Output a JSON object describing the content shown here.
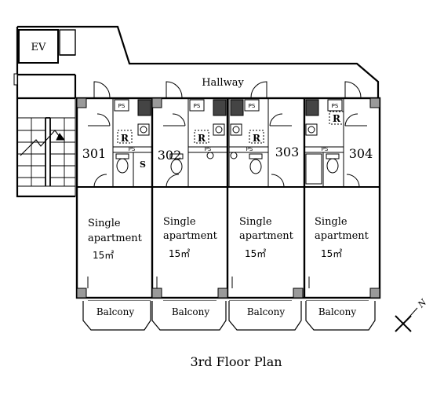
{
  "elevator_label": "EV",
  "hallway_label": "Hallway",
  "rooms": [
    {
      "number": "301",
      "type_line1": "Single",
      "type_line2": "apartment",
      "area": "15㎡",
      "balcony": "Balcony"
    },
    {
      "number": "302",
      "type_line1": "Single",
      "type_line2": "apartment",
      "area": "15㎡",
      "balcony": "Balcony"
    },
    {
      "number": "303",
      "type_line1": "Single",
      "type_line2": "apartment",
      "area": "15㎡",
      "balcony": "Balcony"
    },
    {
      "number": "304",
      "type_line1": "Single",
      "type_line2": "apartment",
      "area": "15㎡",
      "balcony": "Balcony"
    }
  ],
  "ps_label": "PS",
  "refrigerator_label": "R",
  "storage_label": "S",
  "compass_label": "N",
  "caption": "3rd Floor Plan"
}
